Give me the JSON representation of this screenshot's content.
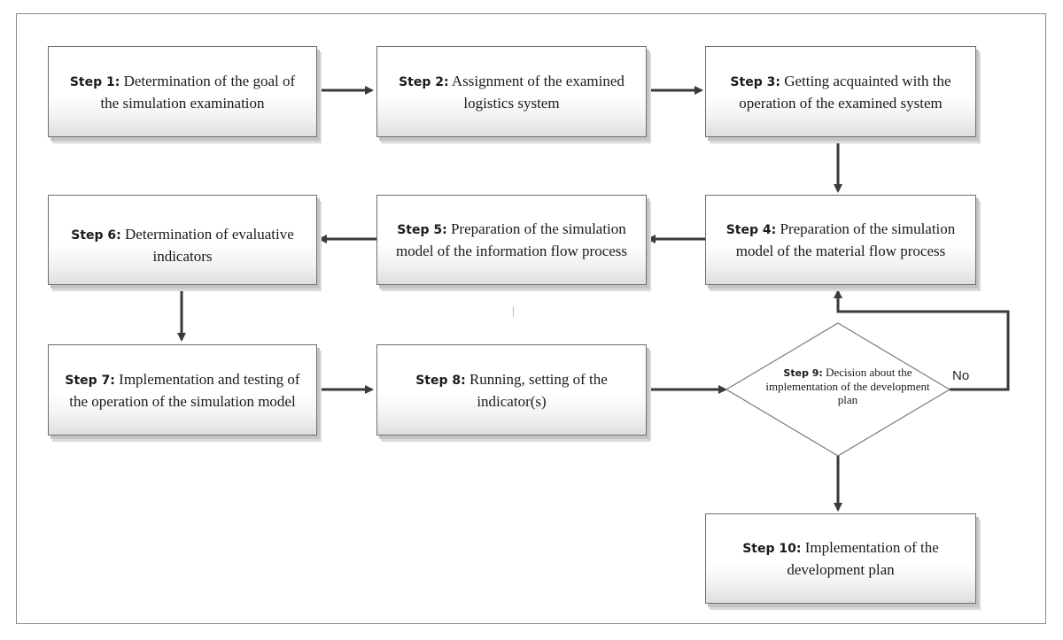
{
  "steps": {
    "s1": {
      "label": "Step 1:",
      "text": "Determination of the goal of the simulation examination"
    },
    "s2": {
      "label": "Step 2:",
      "text": "Assignment of the examined logistics system"
    },
    "s3": {
      "label": "Step 3:",
      "text": "Getting acquainted with the operation of the examined system"
    },
    "s4": {
      "label": "Step 4:",
      "text": "Preparation of the simulation model of the material flow process"
    },
    "s5": {
      "label": "Step 5:",
      "text": "Preparation of the simulation model of the information flow process"
    },
    "s6": {
      "label": "Step 6:",
      "text": "Determination of evaluative indicators"
    },
    "s7": {
      "label": "Step 7:",
      "text": "Implementation and testing of the operation of the simulation model"
    },
    "s8": {
      "label": "Step 8:",
      "text": "Running, setting of the indicator(s)"
    },
    "s9": {
      "label": "Step 9:",
      "text": "Decision about the implementation of the development plan"
    },
    "s10": {
      "label": "Step 10:",
      "text": "Implementation of the development plan"
    }
  },
  "no_label": "No"
}
